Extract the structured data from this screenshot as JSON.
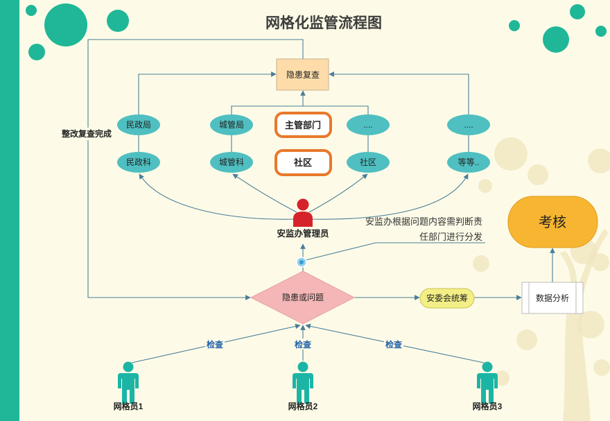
{
  "title": "网格化监管流程图",
  "recheck_node": "隐患复查",
  "loop_label": "整改复查完成",
  "departments": {
    "row1": [
      "民政局",
      "城管局",
      "主管部门",
      "....",
      "...."
    ],
    "row2": [
      "民政科",
      "城管科",
      "社区",
      "社区",
      "等等.."
    ]
  },
  "admin_role": "安监办管理员",
  "dispatch_note": {
    "line1": "安监办根据问题内容需判断责",
    "line2": "任部门进行分发"
  },
  "issue_node": "隐患或问题",
  "committee_node": "安委会统筹",
  "analysis_node": "数据分析",
  "assessment_node": "考核",
  "inspection_edges": [
    "检查",
    "检查",
    "检查"
  ],
  "inspectors": [
    "网格员1",
    "网格员2",
    "网格员3"
  ],
  "colors": {
    "background": "#fdfbe7",
    "accent": "#1fb797",
    "department_node": "#4fbfc1",
    "highlight_border": "#e8792b",
    "recheck_fill": "#fddcaa",
    "issue_fill": "#f4b6b6",
    "committee_fill": "#f3ef86",
    "assessment_fill": "#f7b531",
    "admin_icon": "#d6222a",
    "inspector_icon": "#1cb5a5",
    "edge": "#4a7d99",
    "check_label": "#1f5fa8"
  }
}
